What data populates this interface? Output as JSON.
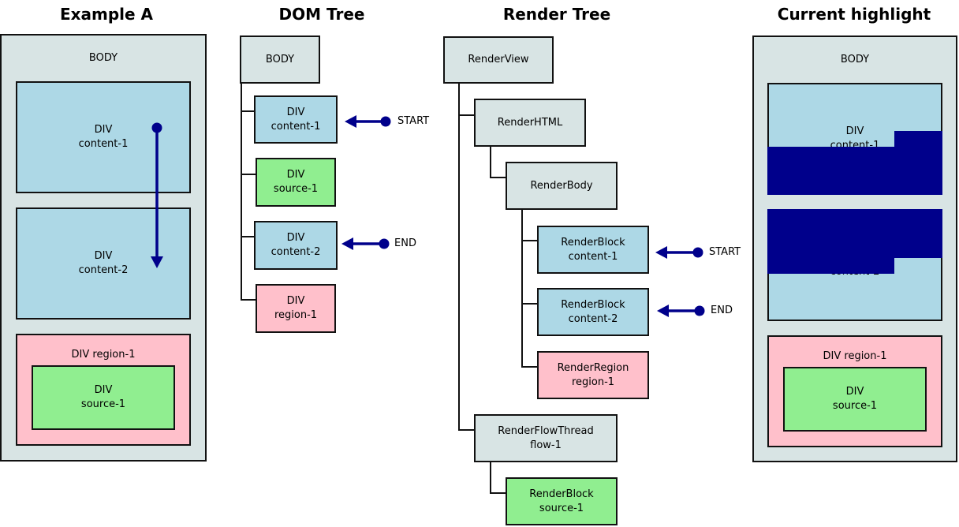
{
  "panels": {
    "example": {
      "title": "Example A",
      "body": "BODY",
      "content1": [
        "DIV",
        "content-1"
      ],
      "content2": [
        "DIV",
        "content-2"
      ],
      "region": "DIV region-1",
      "source": [
        "DIV",
        "source-1"
      ]
    },
    "dom_tree": {
      "title": "DOM Tree",
      "body": "BODY",
      "content1": [
        "DIV",
        "content-1"
      ],
      "source": [
        "DIV",
        "source-1"
      ],
      "content2": [
        "DIV",
        "content-2"
      ],
      "region": [
        "DIV",
        "region-1"
      ],
      "start_label": "START",
      "end_label": "END"
    },
    "render_tree": {
      "title": "Render Tree",
      "view": "RenderView",
      "html": "RenderHTML",
      "body": "RenderBody",
      "block1": [
        "RenderBlock",
        "content-1"
      ],
      "block2": [
        "RenderBlock",
        "content-2"
      ],
      "region": [
        "RenderRegion",
        "region-1"
      ],
      "flow": [
        "RenderFlowThread",
        "flow-1"
      ],
      "source": [
        "RenderBlock",
        "source-1"
      ],
      "start_label": "START",
      "end_label": "END"
    },
    "highlight": {
      "title": "Current highlight",
      "body": "BODY",
      "content1": [
        "DIV",
        "content-1"
      ],
      "content2": [
        "DIV",
        "content-2"
      ],
      "region": "DIV region-1",
      "source": [
        "DIV",
        "source-1"
      ]
    }
  },
  "colors": {
    "gray": "#d8e4e4",
    "blue": "#add8e6",
    "green": "#90ee90",
    "pink": "#ffc0cb",
    "arrow": "#00008b",
    "highlight": "#00008b"
  }
}
